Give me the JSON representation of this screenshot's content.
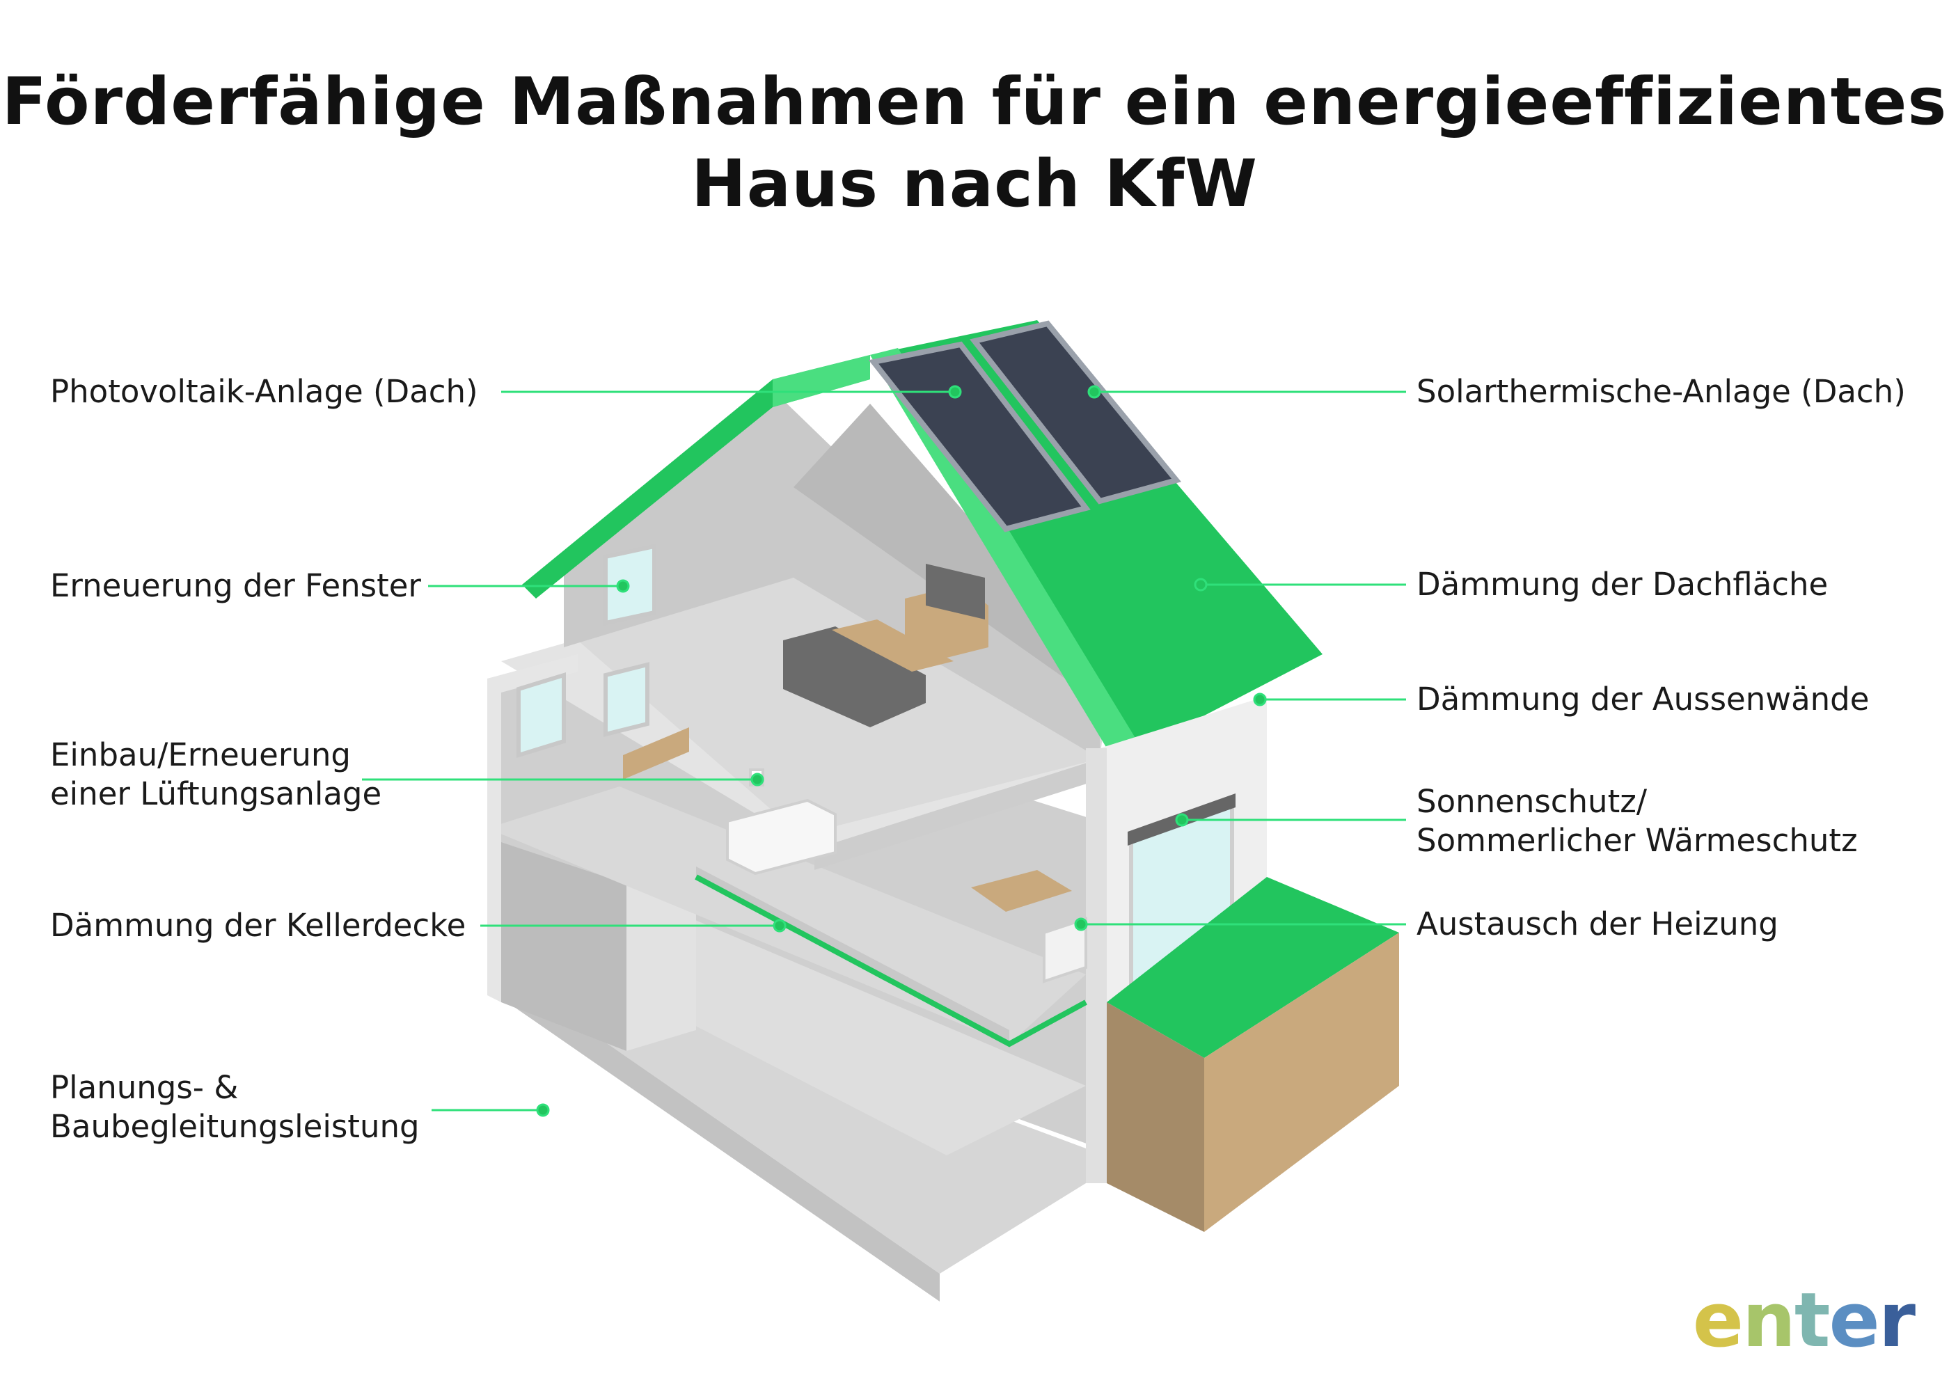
{
  "title": {
    "line1": "Förderfähige Maßnahmen für ein energieeffizientes",
    "line2": "Haus nach KfW"
  },
  "labels": {
    "photovoltaik": "Photovoltaik-Anlage (Dach)",
    "fenster": "Erneuerung der Fenster",
    "lueftung_1": "Einbau/Erneuerung",
    "lueftung_2": "einer Lüftungsanlage",
    "kellerdecke": "Dämmung der Kellerdecke",
    "planung_1": "Planungs- &",
    "planung_2": "Baubegleitungsleistung",
    "solarthermie": "Solarthermische-Anlage (Dach)",
    "dachflaeche": "Dämmung der Dachfläche",
    "aussenwaende": "Dämmung der Aussenwände",
    "sonnenschutz_1": "Sonnenschutz/",
    "sonnenschutz_2": "Sommerlicher Wärmeschutz",
    "heizung": "Austausch der Heizung"
  },
  "logo": {
    "e1": "e",
    "n": "n",
    "t": "t",
    "e2": "e",
    "r": "r"
  },
  "colors": {
    "accent": "#22c55e",
    "leader": "#2fe07a",
    "wall": "#dcdcdc",
    "soil": "#c9a97d",
    "panel": "#3b4252"
  }
}
